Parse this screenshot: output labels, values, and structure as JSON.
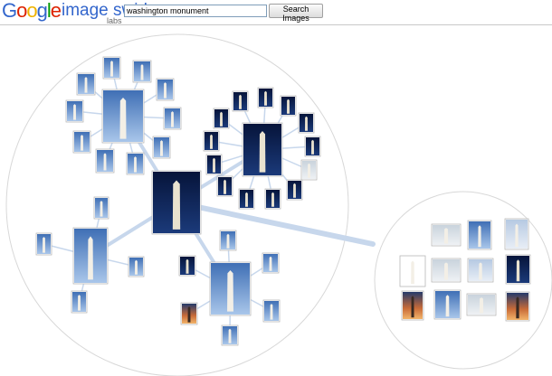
{
  "logo": {
    "google_letters": [
      {
        "ch": "G",
        "color": "#3366cc"
      },
      {
        "ch": "o",
        "color": "#dd2200"
      },
      {
        "ch": "o",
        "color": "#eeb200"
      },
      {
        "ch": "g",
        "color": "#3366cc"
      },
      {
        "ch": "l",
        "color": "#009900"
      },
      {
        "ch": "e",
        "color": "#dd2200"
      }
    ],
    "product": "image swirl",
    "labs": "labs"
  },
  "search": {
    "value": "washington monument",
    "button_label": "Search Images"
  },
  "colors": {
    "link": "#c7d7ec",
    "circle_border": "#d8d8d8",
    "night": "#0a1c44",
    "day": "#5b86c4",
    "sunset": "#c86b38"
  },
  "swirl": {
    "icons": [
      "tiny-thumb-icon",
      "grid-glyph-icon"
    ]
  }
}
